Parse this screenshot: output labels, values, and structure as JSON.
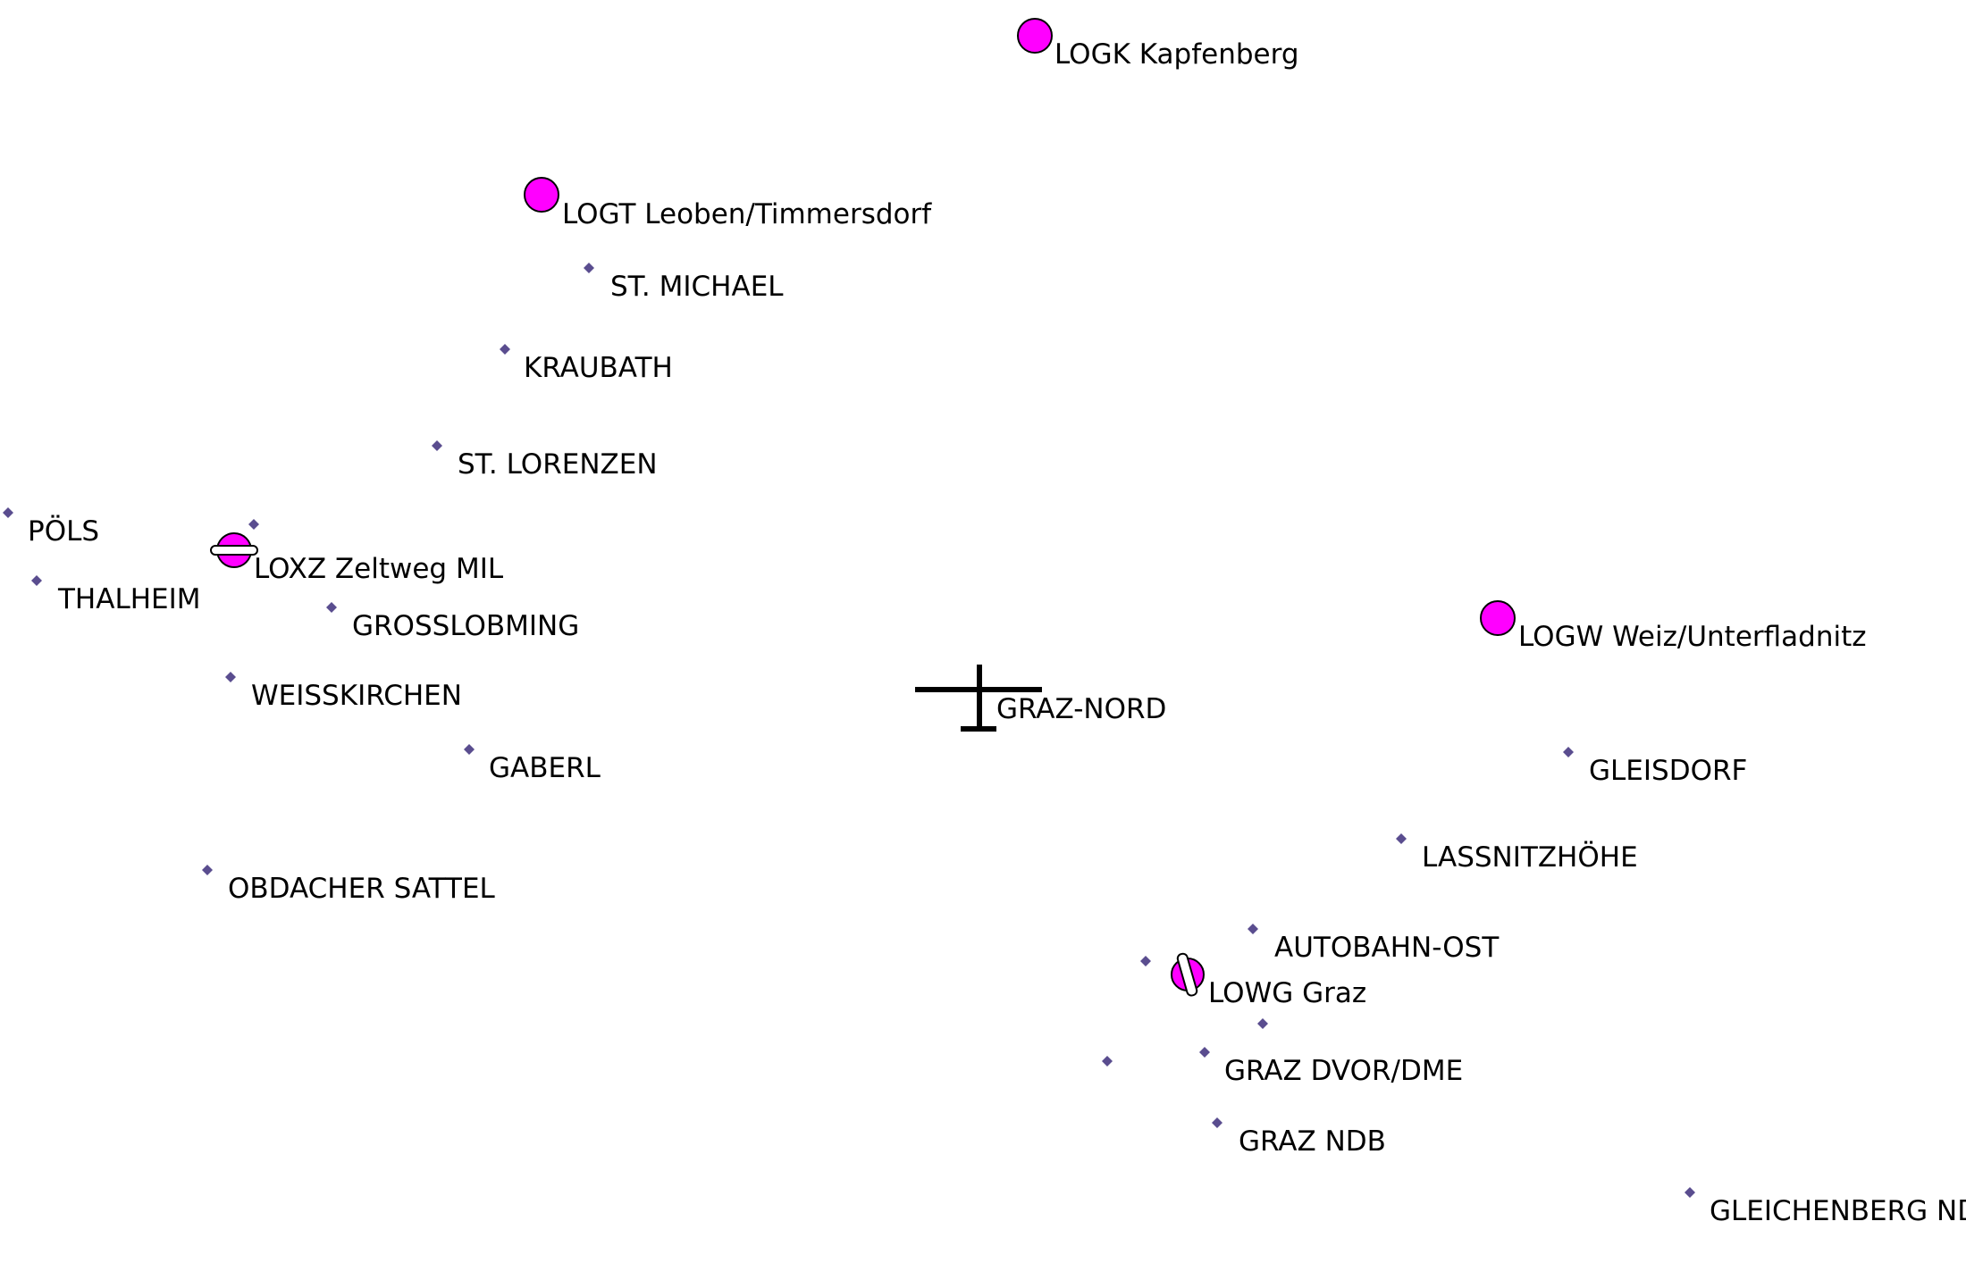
{
  "map": {
    "airfields": [
      {
        "label": "LOGK Kapfenberg",
        "kind": "civil"
      },
      {
        "label": "LOGT Leoben/Timmersdorf",
        "kind": "civil"
      },
      {
        "label": "LOXZ Zeltweg MIL",
        "kind": "military"
      },
      {
        "label": "LOGW Weiz/Unterfladnitz",
        "kind": "civil"
      },
      {
        "label": "LOWG Graz",
        "kind": "runway"
      }
    ],
    "reporting_points": [
      "ST. MICHAEL",
      "KRAUBATH",
      "ST. LORENZEN",
      "PÖLS",
      "THALHEIM",
      "GROSSLOBMING",
      "WEISSKIRCHEN",
      "GABERL",
      "OBDACHER SATTEL",
      "GLEISDORF",
      "LASSNITZHÖHE",
      "AUTOBAHN-OST",
      "GRAZ DVOR/DME",
      "GRAZ NDB",
      "GLEICHENBERG NDB"
    ],
    "aircraft": {
      "label": "GRAZ-NORD"
    },
    "colors": {
      "airfield_fill": "#ff00ff",
      "waypoint": "#5a4d8f",
      "text": "#000000",
      "symbol": "#000000"
    }
  }
}
